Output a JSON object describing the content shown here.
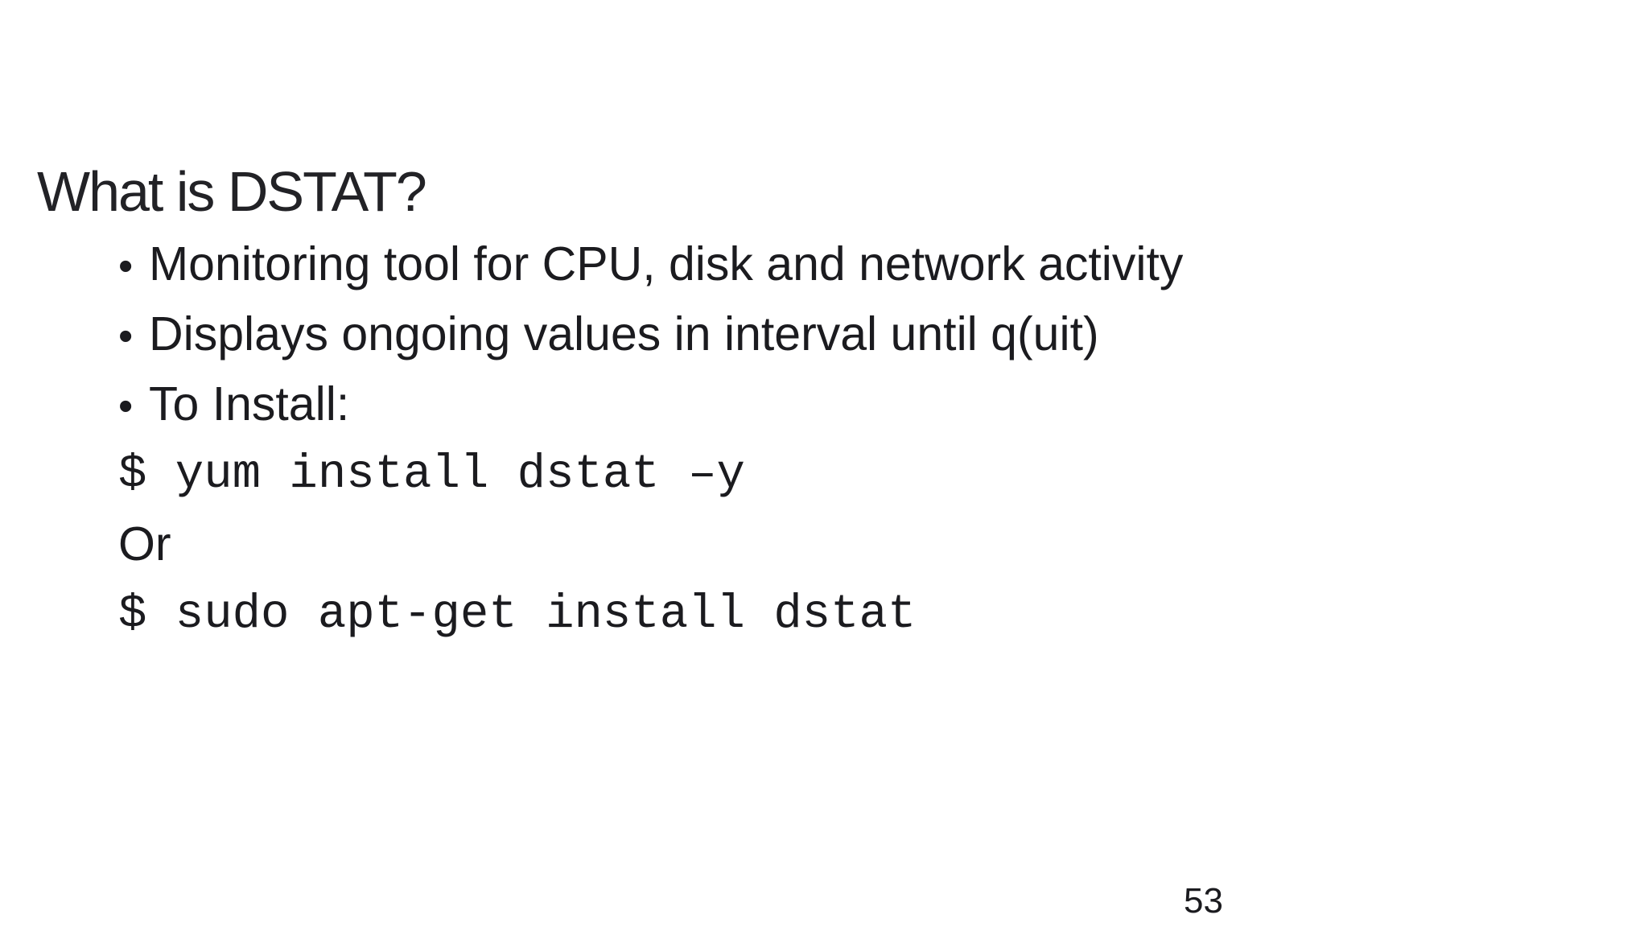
{
  "slide": {
    "title": "What is DSTAT?",
    "bullet_char": "•",
    "bullets": [
      "Monitoring tool for CPU, disk and network activity",
      "Displays ongoing values in interval until q(uit)",
      "To Install:"
    ],
    "code_line_1": "$ yum install dstat –y",
    "or_label": "Or",
    "code_line_2": "$ sudo apt-get install dstat",
    "page_number": "53",
    "colors": {
      "background": "#ffffff",
      "body_text": "#1b1b1f",
      "title_text": "#222226"
    }
  }
}
